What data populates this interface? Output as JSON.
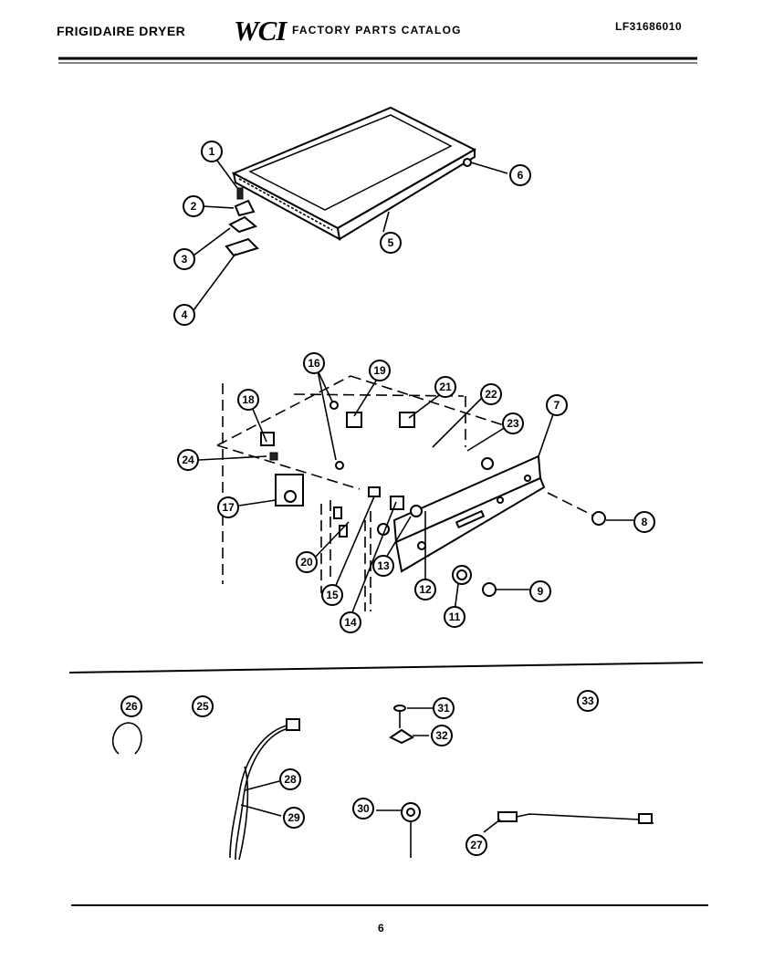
{
  "header": {
    "brand": "FRIGIDAIRE DRYER",
    "logo": "WCI",
    "catalog": "FACTORY PARTS CATALOG",
    "model": "LF31686010"
  },
  "footer": {
    "page": "6"
  },
  "callouts": [
    "1",
    "2",
    "3",
    "4",
    "5",
    "6",
    "7",
    "8",
    "9",
    "11",
    "12",
    "13",
    "14",
    "15",
    "16",
    "17",
    "18",
    "19",
    "20",
    "21",
    "22",
    "23",
    "24",
    "25",
    "26",
    "27",
    "28",
    "29",
    "30",
    "31",
    "32",
    "33"
  ]
}
